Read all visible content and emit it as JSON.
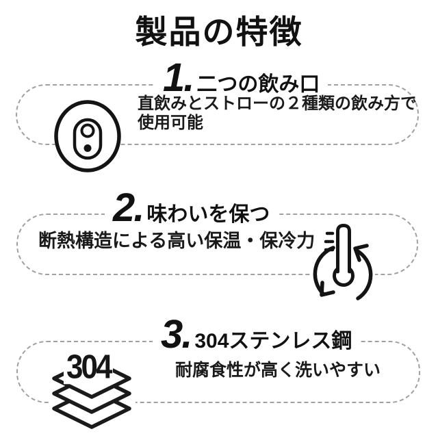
{
  "page": {
    "title": "製品の特徴"
  },
  "features": [
    {
      "number": "1.",
      "title": "二つの飲み口",
      "description": "直飲みとストローの２種類の飲み方で\n使用可能",
      "icon": "two-spouts-lid-icon"
    },
    {
      "number": "2.",
      "title": "味わいを保つ",
      "description": "断熱構造による高い保温・保冷力",
      "icon": "thermometer-cycle-icon"
    },
    {
      "number": "3.",
      "title": "304ステンレス鋼",
      "description": "耐腐食性が高く洗いやすい",
      "icon": "steel-layers-icon",
      "icon_label": "304"
    }
  ],
  "colors": {
    "background": "#ffffff",
    "text": "#111111",
    "dashed_border": "#a0a0a0",
    "icon_stroke": "#1a1a1a"
  }
}
